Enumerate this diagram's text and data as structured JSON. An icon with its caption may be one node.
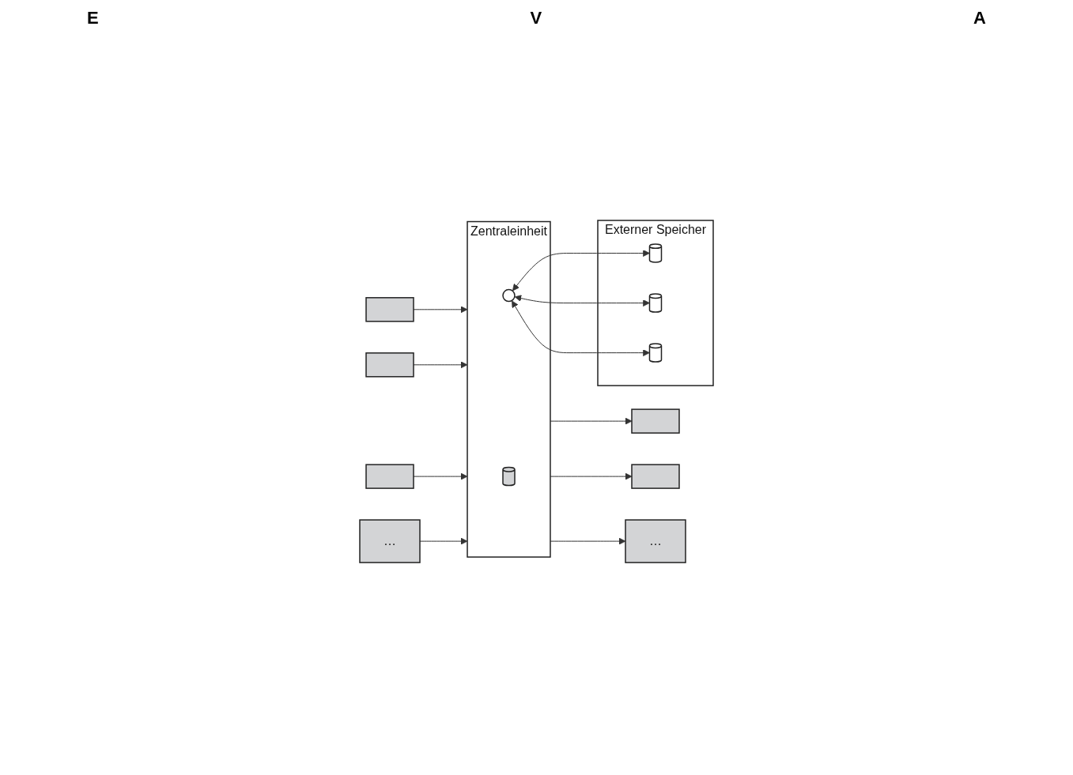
{
  "diagram": {
    "nodes": [
      {
        "text": [],
        "shape": "box"
      },
      {
        "text": [],
        "shape": "box"
      },
      {
        "text": [],
        "shape": "box"
      },
      {
        "text": [
          "…"
        ]
      },
      {
        "text": [
          "Zentraleinheit"
        ]
      },
      {
        "text": [],
        "shape": "cylinder",
        "in": 4
      },
      {
        "text": [],
        "shape": "circle",
        "in": 4
      },
      {
        "text": [],
        "shape": "box"
      },
      {
        "text": [],
        "shape": "box"
      },
      {
        "text": [
          "…"
        ]
      },
      {
        "text": [
          "Externer Speicher"
        ]
      },
      {
        "text": [],
        "shape": "cylinder",
        "in": 10
      },
      {
        "text": [],
        "shape": "cylinder",
        "in": 10
      },
      {
        "text": [],
        "shape": "cylinder",
        "in": 10
      }
    ],
    "edges": [
      {
        "from": 0,
        "to": 4,
        "arrow": "to"
      },
      {
        "from": 1,
        "to": 4,
        "arrow": "to"
      },
      {
        "from": 2,
        "to": 4,
        "arrow": "to"
      },
      {
        "from": 3,
        "to": 4,
        "arrow": "to"
      },
      {
        "from": 4,
        "to": 7,
        "arrow": "to"
      },
      {
        "from": 4,
        "to": 8,
        "arrow": "to"
      },
      {
        "from": 4,
        "to": 9,
        "arrow": "to"
      },
      {
        "from": 6,
        "to": 11,
        "arrow": "both"
      },
      {
        "from": 6,
        "to": 12,
        "arrow": "both"
      },
      {
        "from": 6,
        "to": 13,
        "arrow": "both"
      }
    ],
    "labels": [
      "E",
      "V",
      "A"
    ]
  }
}
